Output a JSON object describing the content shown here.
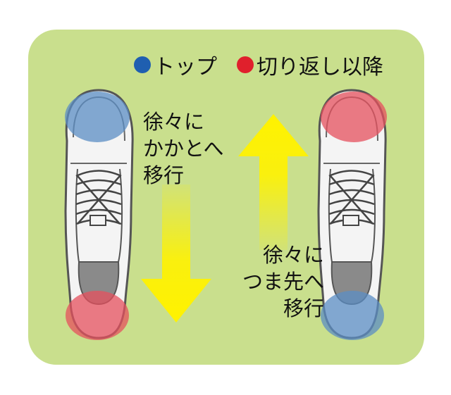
{
  "legend": {
    "top_label": "トップ",
    "top_color": "#1f5fb0",
    "return_label": "切り返し以降",
    "return_color": "#e0202c"
  },
  "left_caption": [
    "徐々に",
    "かかとへ",
    "移行"
  ],
  "right_caption": [
    "徐々に",
    "つま先へ",
    "移行"
  ],
  "colors": {
    "panel": "#c9df8d",
    "arrow": "#fff200",
    "blue_zone": "#5b8ec4",
    "red_zone": "#e6505e"
  }
}
